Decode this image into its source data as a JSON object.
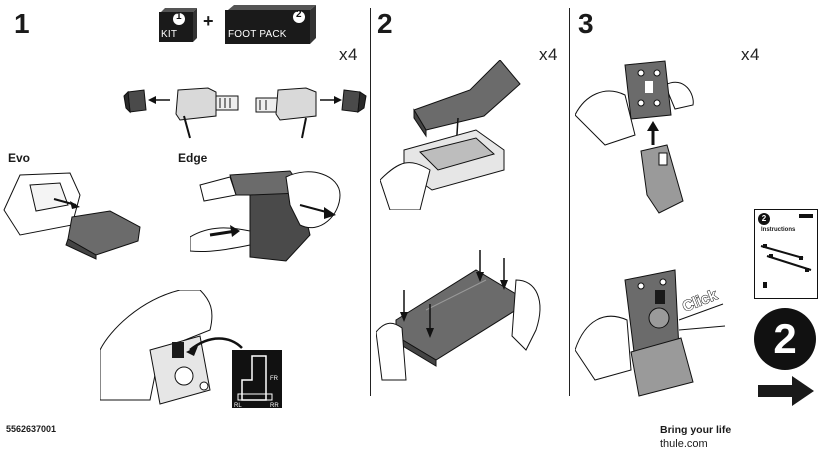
{
  "step1": {
    "number": "1",
    "kit_label": "KIT",
    "kit_badge": "1",
    "plus": "+",
    "foot_pack_label": "FOOT PACK",
    "foot_pack_badge": "2",
    "quantity": "x4",
    "evo_label": "Evo",
    "edge_label": "Edge",
    "corner_labels": {
      "fr": "FR",
      "rl": "RL",
      "rr": "RR"
    }
  },
  "step2": {
    "number": "2",
    "quantity": "x4"
  },
  "step3": {
    "number": "3",
    "quantity": "x4",
    "click_label": "Click",
    "next_booklet": {
      "badge": "2",
      "instructions_label": "Instructions"
    },
    "big_next_step": "2"
  },
  "footer": {
    "part_number": "5562637001",
    "tagline": "Bring your life",
    "website": "thule.com"
  },
  "icons": [
    "arrow-right-icon",
    "hand-icon",
    "foot-pack-icon",
    "click-icon"
  ],
  "colors": {
    "ink": "#1a1a1a",
    "part_gray": "#6b6b6b",
    "light_gray": "#cfcfcf",
    "white": "#ffffff"
  }
}
